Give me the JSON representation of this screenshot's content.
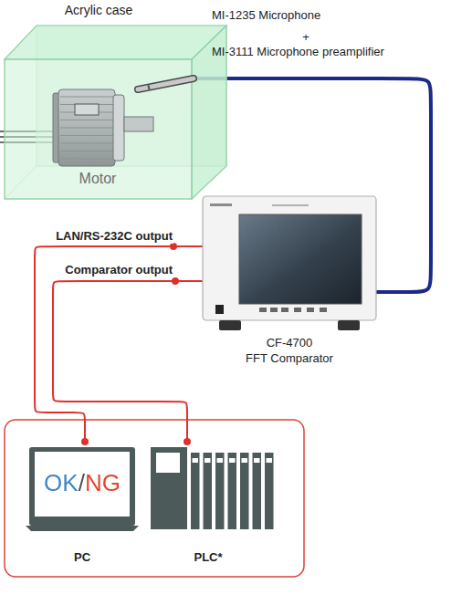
{
  "diagram": {
    "nodes": [
      {
        "text": [
          "Acrylic case"
        ]
      },
      {
        "text": [
          "Motor"
        ],
        "in": 0
      },
      {
        "text": [
          "MI-1235 Microphone",
          "+",
          "MI-3111 Microphone preamplifier"
        ],
        "in": 0
      },
      {
        "text": [
          "CF-4700",
          "FFT Comparator"
        ]
      },
      {
        "text": [
          "OK/NG",
          "PC"
        ]
      },
      {
        "text": [
          "PLC*"
        ]
      }
    ],
    "edges": [
      {
        "from": 2,
        "to": 3,
        "arrow": "none"
      },
      {
        "from": 3,
        "to": 4,
        "arrow": "none",
        "label": "LAN/RS-232C output"
      },
      {
        "from": 3,
        "to": 5,
        "arrow": "none",
        "label": "Comparator output"
      }
    ]
  }
}
